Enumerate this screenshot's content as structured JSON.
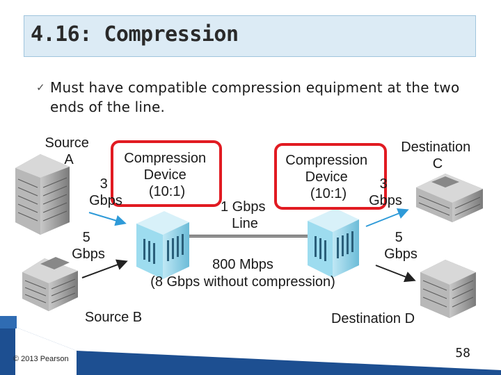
{
  "slide": {
    "title": "4.16: Compression",
    "bullet": "Must have compatible compression equipment at the two ends of the line.",
    "copyright": "© 2013 Pearson",
    "page_number": "58"
  },
  "diagram": {
    "source_a": [
      "Source",
      "A"
    ],
    "source_b": "Source B",
    "destination_c": [
      "Destination",
      "C"
    ],
    "destination_d": "Destination D",
    "left_device_label": [
      "Compression",
      "Device",
      "(10:1)"
    ],
    "right_device_label": [
      "Compression",
      "Device",
      "(10:1)"
    ],
    "left_top_rate": [
      "3",
      "Gbps"
    ],
    "left_bottom_rate": [
      "5",
      "Gbps"
    ],
    "right_top_rate": [
      "3",
      "Gbps"
    ],
    "right_bottom_rate": [
      "5",
      "Gbps"
    ],
    "line_label": [
      "1 Gbps",
      "Line"
    ],
    "compressed_rate": "800 Mbps",
    "uncompressed_note": "(8 Gbps without compression)",
    "colors": {
      "highlight": "#e11b22",
      "arrow_blue": "#2e9ad8",
      "device": "#8fd3e8",
      "title_bar": "#dcebf5"
    }
  }
}
